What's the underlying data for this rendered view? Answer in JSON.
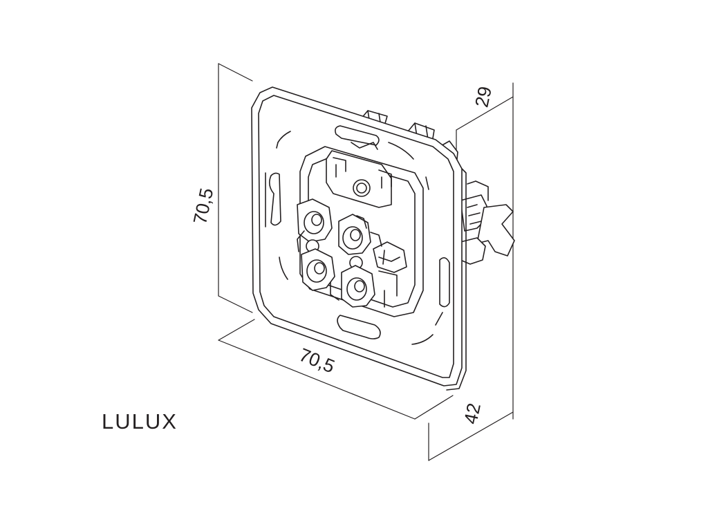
{
  "brand": "LULUX",
  "dimensions": {
    "height": "70,5",
    "width": "70,5",
    "top_depth": "29",
    "total_depth": "42"
  },
  "colors": {
    "line": "#231f20",
    "background": "#ffffff"
  }
}
